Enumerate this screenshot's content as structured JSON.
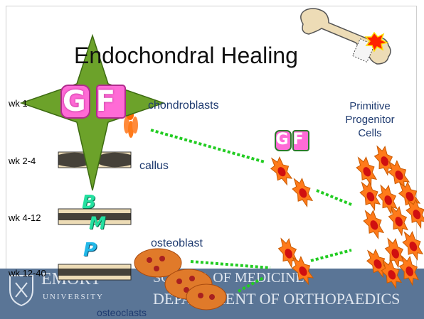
{
  "title": "Endochondral Healing",
  "stages": [
    {
      "label": "wk 1"
    },
    {
      "label": "wk 2-4"
    },
    {
      "label": "wk 4-12"
    },
    {
      "label": "wk 12-40"
    }
  ],
  "cell_labels": {
    "chondroblasts": "chondroblasts",
    "callus": "callus",
    "osteoblast": "osteoblast",
    "osteoclasts": "osteoclasts",
    "primitive_progenitor": "Primitive Progenitor Cells"
  },
  "badges": {
    "gf_large": "GF",
    "gf_small": "GF",
    "bmp": [
      "B",
      "M",
      "P"
    ]
  },
  "footer": {
    "university": "EMORY",
    "university_sub": "UNIVERSITY",
    "school": "SCHOOL OF MEDICINE",
    "department": "DEPARTMENT OF ORTHOPAEDICS"
  },
  "colors": {
    "footer_band": "#5a7596",
    "gf_star": "#6ca22a",
    "gf_letters": "#ff6bd6",
    "bmp_letters": "#24e0a0",
    "dotted_line": "#22cc22",
    "cell_orange": "#ff7a1a",
    "cell_nucleus": "#d01010",
    "label_text": "#1f3b70"
  }
}
